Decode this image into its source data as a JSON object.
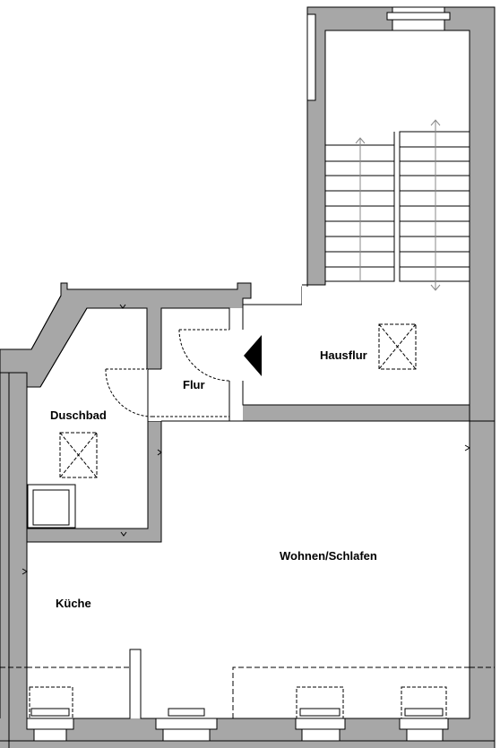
{
  "rooms": {
    "hausflur": "Hausflur",
    "flur": "Flur",
    "duschbad": "Duschbad",
    "wohnen": "Wohnen/Schlafen",
    "kueche": "Küche"
  },
  "colors": {
    "wall": "#a7a7a7",
    "line": "#000000",
    "background": "#ffffff"
  }
}
